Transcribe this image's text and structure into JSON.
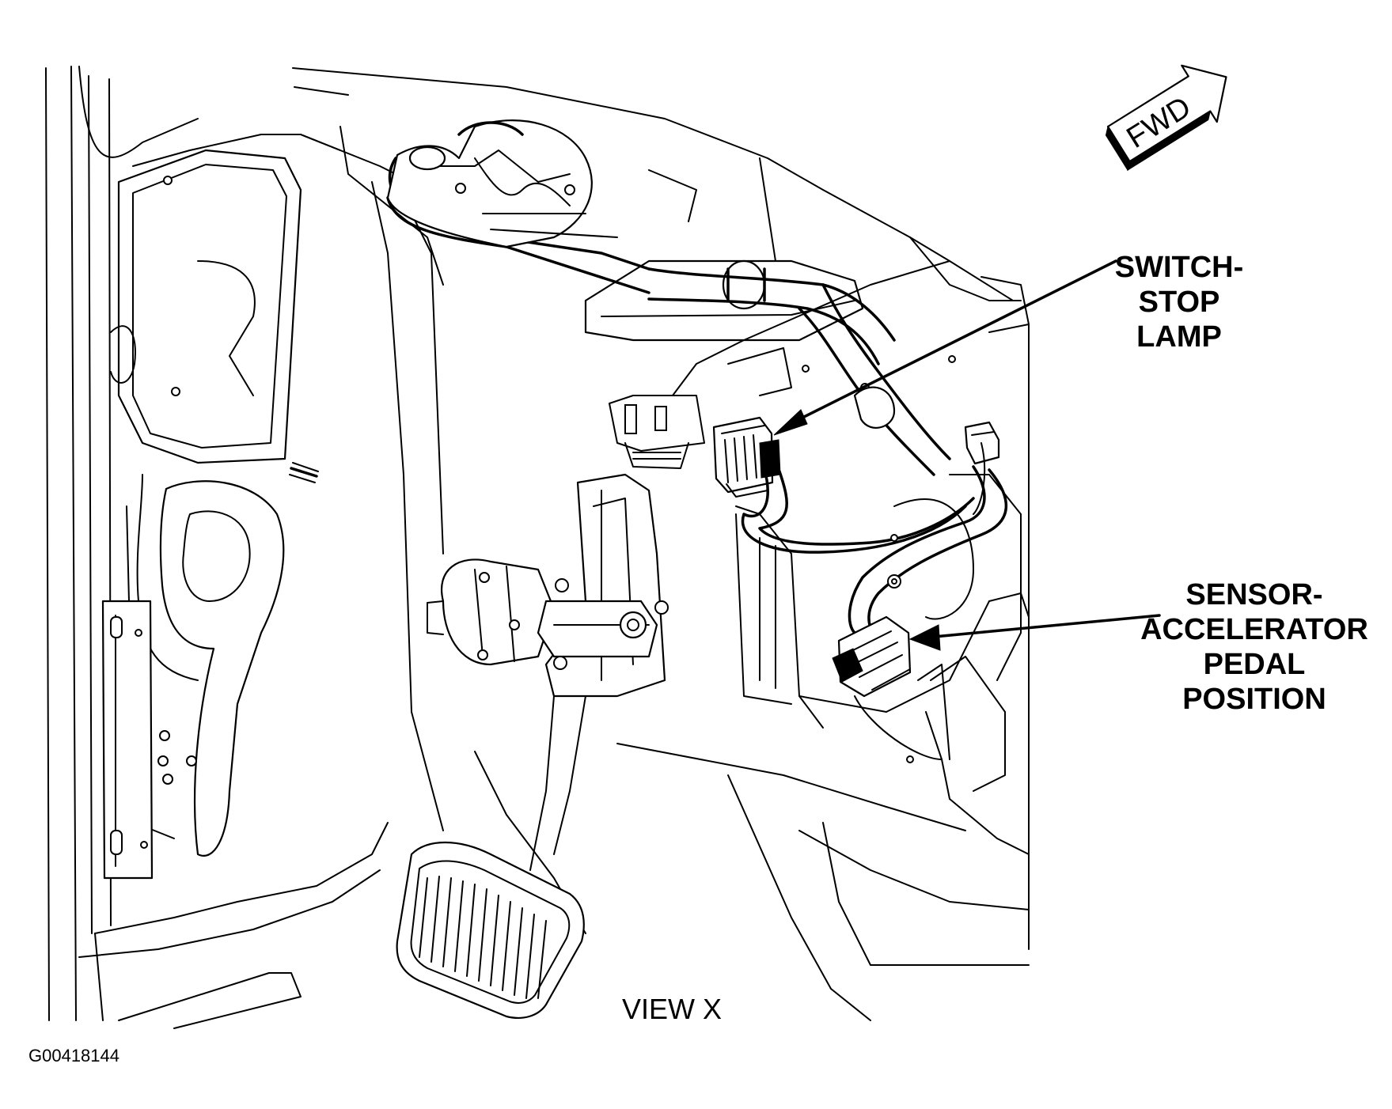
{
  "callouts": {
    "switch_stop_lamp": [
      "SWITCH-",
      "STOP",
      "LAMP"
    ],
    "sensor_accelerator": [
      "SENSOR-",
      "ACCELERATOR",
      "PEDAL",
      "POSITION"
    ]
  },
  "view_label": "VIEW X",
  "figure_id": "G00418144",
  "fwd_label": "FWD",
  "icons": {
    "direction": "forward-arrow-icon"
  },
  "colors": {
    "ink": "#000000",
    "paper": "#ffffff"
  }
}
